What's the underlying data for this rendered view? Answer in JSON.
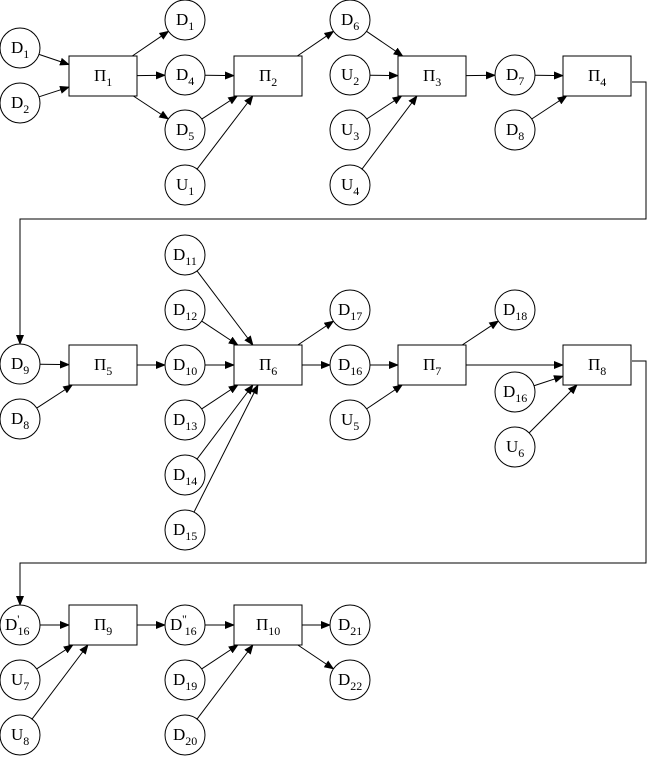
{
  "nodes": {
    "D1a": {
      "kind": "circle",
      "base": "D",
      "sub": "1"
    },
    "D2": {
      "kind": "circle",
      "base": "D",
      "sub": "2"
    },
    "P1": {
      "kind": "rect",
      "base": "Π",
      "sub": "1"
    },
    "D1b": {
      "kind": "circle",
      "base": "D",
      "sub": "1"
    },
    "D4": {
      "kind": "circle",
      "base": "D",
      "sub": "4"
    },
    "D5": {
      "kind": "circle",
      "base": "D",
      "sub": "5"
    },
    "U1": {
      "kind": "circle",
      "base": "U",
      "sub": "1"
    },
    "P2": {
      "kind": "rect",
      "base": "Π",
      "sub": "2"
    },
    "D6": {
      "kind": "circle",
      "base": "D",
      "sub": "6"
    },
    "U2": {
      "kind": "circle",
      "base": "U",
      "sub": "2"
    },
    "U3": {
      "kind": "circle",
      "base": "U",
      "sub": "3"
    },
    "U4": {
      "kind": "circle",
      "base": "U",
      "sub": "4"
    },
    "P3": {
      "kind": "rect",
      "base": "Π",
      "sub": "3"
    },
    "D7": {
      "kind": "circle",
      "base": "D",
      "sub": "7"
    },
    "D8a": {
      "kind": "circle",
      "base": "D",
      "sub": "8"
    },
    "P4": {
      "kind": "rect",
      "base": "Π",
      "sub": "4"
    },
    "D9": {
      "kind": "circle",
      "base": "D",
      "sub": "9"
    },
    "D8b": {
      "kind": "circle",
      "base": "D",
      "sub": "8"
    },
    "P5": {
      "kind": "rect",
      "base": "Π",
      "sub": "5"
    },
    "D11": {
      "kind": "circle",
      "base": "D",
      "sub": "11"
    },
    "D12": {
      "kind": "circle",
      "base": "D",
      "sub": "12"
    },
    "D10": {
      "kind": "circle",
      "base": "D",
      "sub": "10"
    },
    "D13": {
      "kind": "circle",
      "base": "D",
      "sub": "13"
    },
    "D14": {
      "kind": "circle",
      "base": "D",
      "sub": "14"
    },
    "D15": {
      "kind": "circle",
      "base": "D",
      "sub": "15"
    },
    "P6": {
      "kind": "rect",
      "base": "Π",
      "sub": "6"
    },
    "D17": {
      "kind": "circle",
      "base": "D",
      "sub": "17"
    },
    "D16a": {
      "kind": "circle",
      "base": "D",
      "sub": "16"
    },
    "U5": {
      "kind": "circle",
      "base": "U",
      "sub": "5"
    },
    "P7": {
      "kind": "rect",
      "base": "Π",
      "sub": "7"
    },
    "D18": {
      "kind": "circle",
      "base": "D",
      "sub": "18"
    },
    "D16b": {
      "kind": "circle",
      "base": "D",
      "sub": "16"
    },
    "U6": {
      "kind": "circle",
      "base": "U",
      "sub": "6"
    },
    "P8": {
      "kind": "rect",
      "base": "Π",
      "sub": "8"
    },
    "D16p": {
      "kind": "circle",
      "base": "D",
      "sup": "'",
      "sub": "16"
    },
    "U7": {
      "kind": "circle",
      "base": "U",
      "sub": "7"
    },
    "U8": {
      "kind": "circle",
      "base": "U",
      "sub": "8"
    },
    "P9": {
      "kind": "rect",
      "base": "Π",
      "sub": "9"
    },
    "D16pp": {
      "kind": "circle",
      "base": "D",
      "sup": "''",
      "sub": "16"
    },
    "D19": {
      "kind": "circle",
      "base": "D",
      "sub": "19"
    },
    "D20": {
      "kind": "circle",
      "base": "D",
      "sub": "20"
    },
    "P10": {
      "kind": "rect",
      "base": "Π",
      "sub": "10"
    },
    "D21": {
      "kind": "circle",
      "base": "D",
      "sub": "21"
    },
    "D22": {
      "kind": "circle",
      "base": "D",
      "sub": "22"
    }
  },
  "edges": [
    [
      "D1a",
      "P1"
    ],
    [
      "D2",
      "P1"
    ],
    [
      "P1",
      "D1b"
    ],
    [
      "P1",
      "D4"
    ],
    [
      "P1",
      "D5"
    ],
    [
      "D4",
      "P2"
    ],
    [
      "D5",
      "P2"
    ],
    [
      "U1",
      "P2"
    ],
    [
      "P2",
      "D6"
    ],
    [
      "D6",
      "P3"
    ],
    [
      "U2",
      "P3"
    ],
    [
      "U3",
      "P3"
    ],
    [
      "U4",
      "P3"
    ],
    [
      "P3",
      "D7"
    ],
    [
      "D7",
      "P4"
    ],
    [
      "D8a",
      "P4"
    ],
    [
      "P4",
      "D9"
    ],
    [
      "D9",
      "P5"
    ],
    [
      "D8b",
      "P5"
    ],
    [
      "P5",
      "D10"
    ],
    [
      "D11",
      "P6"
    ],
    [
      "D12",
      "P6"
    ],
    [
      "D10",
      "P6"
    ],
    [
      "D13",
      "P6"
    ],
    [
      "D14",
      "P6"
    ],
    [
      "D15",
      "P6"
    ],
    [
      "P6",
      "D17"
    ],
    [
      "P6",
      "D16a"
    ],
    [
      "D16a",
      "P7"
    ],
    [
      "U5",
      "P7"
    ],
    [
      "P7",
      "D18"
    ],
    [
      "P7",
      "P8"
    ],
    [
      "D16b",
      "P8"
    ],
    [
      "U6",
      "P8"
    ],
    [
      "P8",
      "D16p"
    ],
    [
      "D16p",
      "P9"
    ],
    [
      "U7",
      "P9"
    ],
    [
      "U8",
      "P9"
    ],
    [
      "P9",
      "D16pp"
    ],
    [
      "D16pp",
      "P10"
    ],
    [
      "D19",
      "P10"
    ],
    [
      "D20",
      "P10"
    ],
    [
      "P10",
      "D21"
    ],
    [
      "P10",
      "D22"
    ]
  ]
}
